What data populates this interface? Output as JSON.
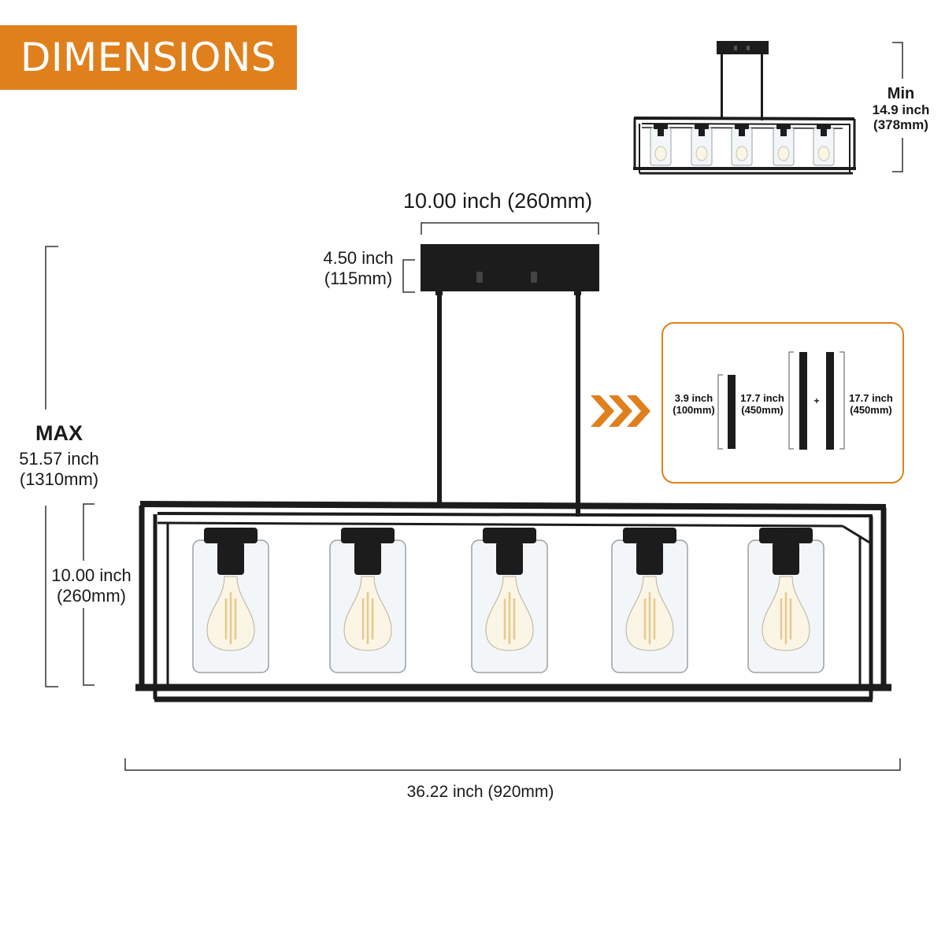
{
  "banner": {
    "title": "DIMENSIONS",
    "bg_color": "#e0801d"
  },
  "dimensions": {
    "canopy_width": "10.00 inch (260mm)",
    "canopy_height": {
      "inch": "4.50 inch",
      "mm": "(115mm)"
    },
    "max_height": {
      "title": "MAX",
      "inch": "51.57 inch",
      "mm": "(1310mm)"
    },
    "body_height": {
      "inch": "10.00 inch",
      "mm": "(260mm)"
    },
    "body_width": "36.22 inch (920mm)",
    "min_height": {
      "title": "Min",
      "inch": "14.9 inch",
      "mm": "(378mm)"
    }
  },
  "rods": {
    "short": {
      "inch": "3.9 inch",
      "mm": "(100mm)"
    },
    "long_a": {
      "inch": "17.7 inch",
      "mm": "(450mm)"
    },
    "long_b": {
      "inch": "17.7 inch",
      "mm": "(450mm)"
    },
    "plus": "+"
  },
  "colors": {
    "accent": "#e0801d",
    "fixture": "#1c1c1c"
  },
  "fixture": {
    "lamp_count": 5
  }
}
